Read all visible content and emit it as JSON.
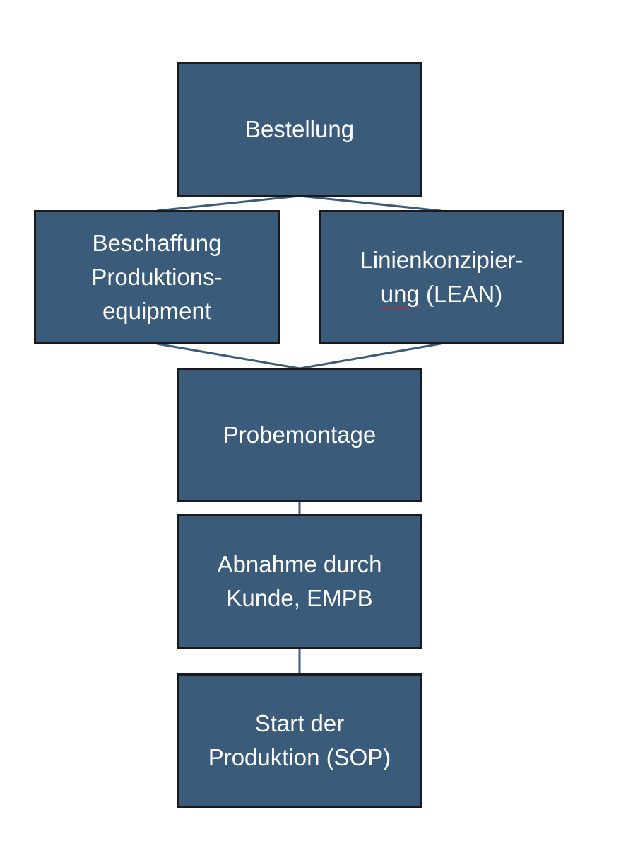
{
  "diagram": {
    "box_color": "#3b5b7a",
    "border_color": "#1a1a1a",
    "connector_color": "#3b5b7a",
    "nodes": {
      "bestellung": {
        "lines": [
          "Bestellung"
        ]
      },
      "beschaffung": {
        "lines": [
          "Beschaffung",
          "Produktions-",
          "equipment"
        ]
      },
      "linienkonzept": {
        "line1": "Linienkonzipier-",
        "line2_misspelled": "ung",
        "line2_rest": " (LEAN)"
      },
      "probemontage": {
        "lines": [
          "Probemontage"
        ]
      },
      "abnahme": {
        "lines": [
          "Abnahme durch",
          "Kunde, EMPB"
        ]
      },
      "sop": {
        "lines": [
          "Start der",
          "Produktion (SOP)"
        ]
      }
    },
    "edges": [
      [
        "bestellung",
        "beschaffung"
      ],
      [
        "bestellung",
        "linienkonzept"
      ],
      [
        "beschaffung",
        "probemontage"
      ],
      [
        "linienkonzept",
        "probemontage"
      ],
      [
        "probemontage",
        "abnahme"
      ],
      [
        "abnahme",
        "sop"
      ]
    ]
  }
}
